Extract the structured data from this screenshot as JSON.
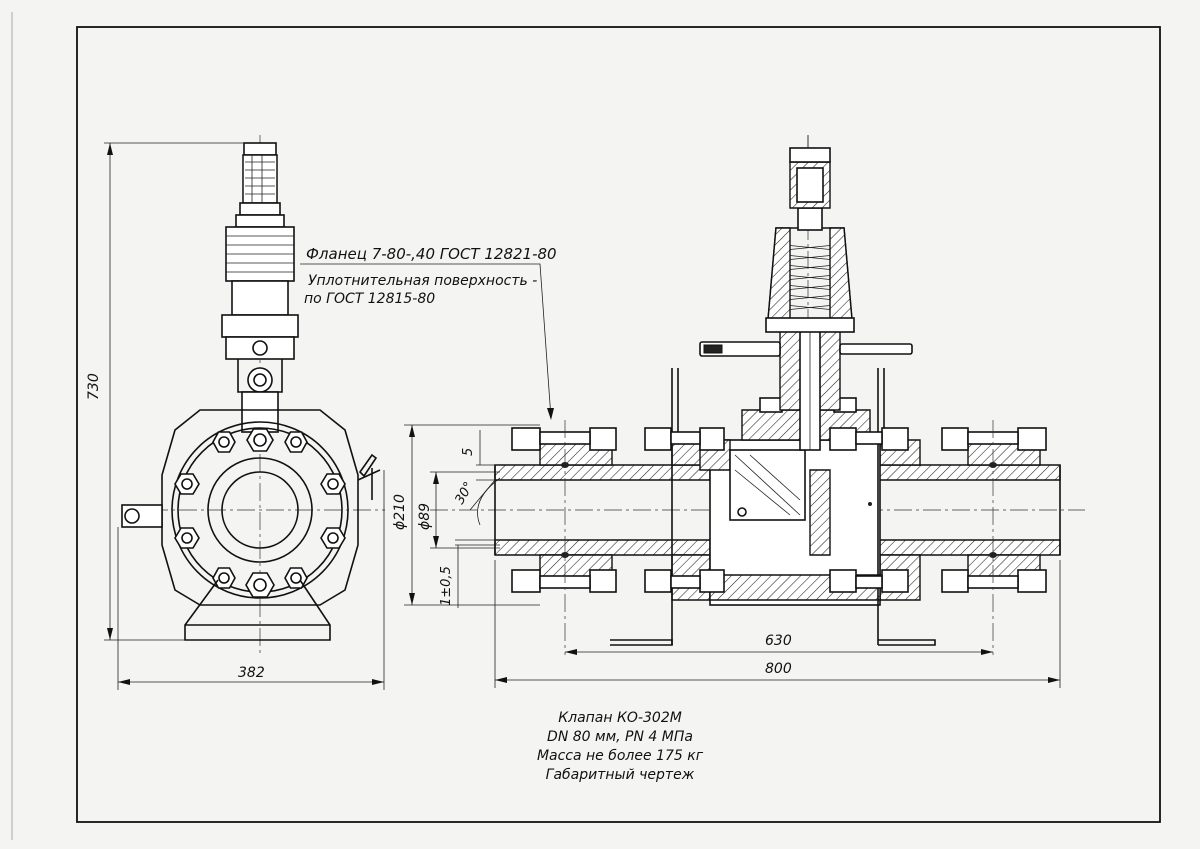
{
  "annotations": {
    "flange_spec": "Фланец 7-80-,40 ГОСТ 12821-80",
    "sealing_line1": "Уплотнительная поверхность -",
    "sealing_line2": "по ГОСТ 12815-80"
  },
  "dimensions": {
    "height_730": "730",
    "width_382": "382",
    "dia_210": "ϕ210",
    "dia_89": "ϕ89",
    "offset_5": "5",
    "angle_30": "30°",
    "tol_1": "1±0,5",
    "len_630": "630",
    "len_800": "800"
  },
  "caption": {
    "line1": "Клапан КО-302М",
    "line2": "DN 80 мм, PN 4 МПа",
    "line3": "Масса не более 175 кг",
    "line4": "Габаритный чертеж"
  }
}
